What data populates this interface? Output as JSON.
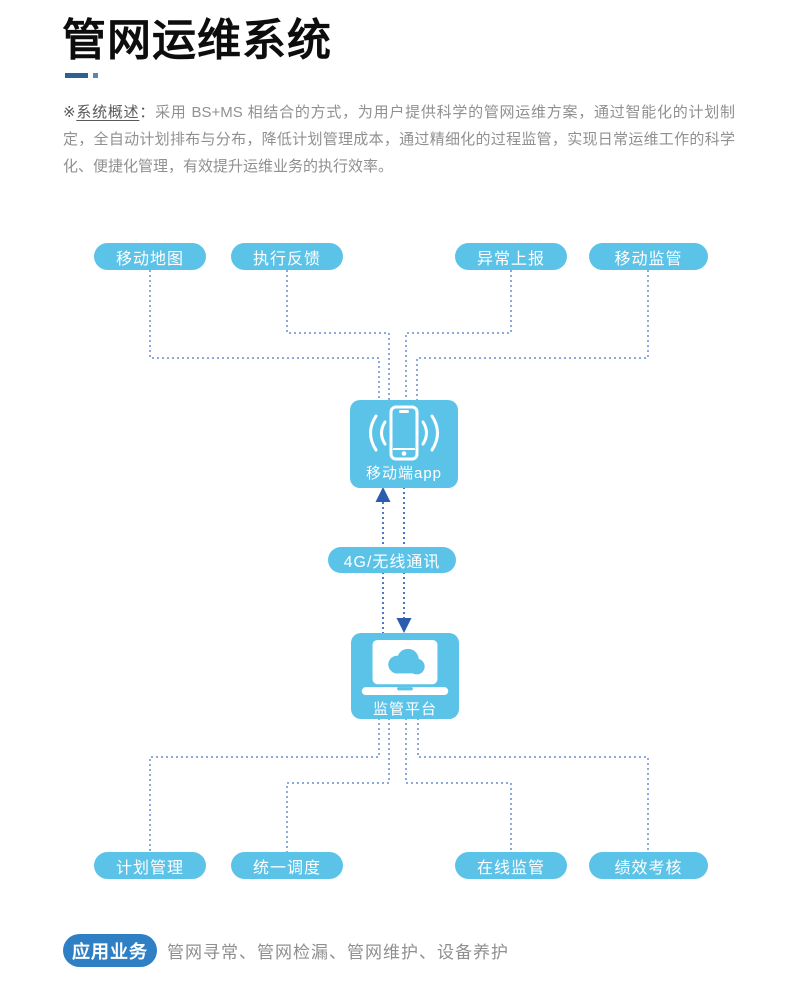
{
  "header": {
    "title": "管网运维系统"
  },
  "overview": {
    "marker": "※",
    "lead": "系统概述",
    "colon": "：",
    "body": "采用 BS+MS  相结合的方式，为用户提供科学的管网运维方案，通过智能化的计划制定，全自动计划排布与分布，降低计划管理成本，通过精细化的过程监管，实现日常运维工作的科学化、便捷化管理，有效提升运维业务的执行效率。"
  },
  "diagram": {
    "top_nodes": [
      {
        "label": "移动地图"
      },
      {
        "label": "执行反馈"
      },
      {
        "label": "异常上报"
      },
      {
        "label": "移动监管"
      }
    ],
    "mobile_box": {
      "label": "移动端app",
      "icon": "smartphone-signal-icon"
    },
    "link_pill": {
      "label": "4G/无线通讯"
    },
    "platform_box": {
      "label": "监管平台",
      "icon": "laptop-cloud-icon"
    },
    "bottom_nodes": [
      {
        "label": "计划管理"
      },
      {
        "label": "统一调度"
      },
      {
        "label": "在线监管"
      },
      {
        "label": "绩效考核"
      }
    ],
    "colors": {
      "node_fill": "#5cc3e8",
      "tree_connector": "#8ca9d9",
      "link_line": "#4a78c8",
      "arrow": "#2b5cae"
    }
  },
  "footer": {
    "badge": "应用业务",
    "badge_color": "#2e7fc4",
    "items": "管网寻常、管网检漏、管网维护、设备养护"
  },
  "accent": {
    "dash_color": "#2c6191",
    "dot_color": "#5a86b5"
  }
}
